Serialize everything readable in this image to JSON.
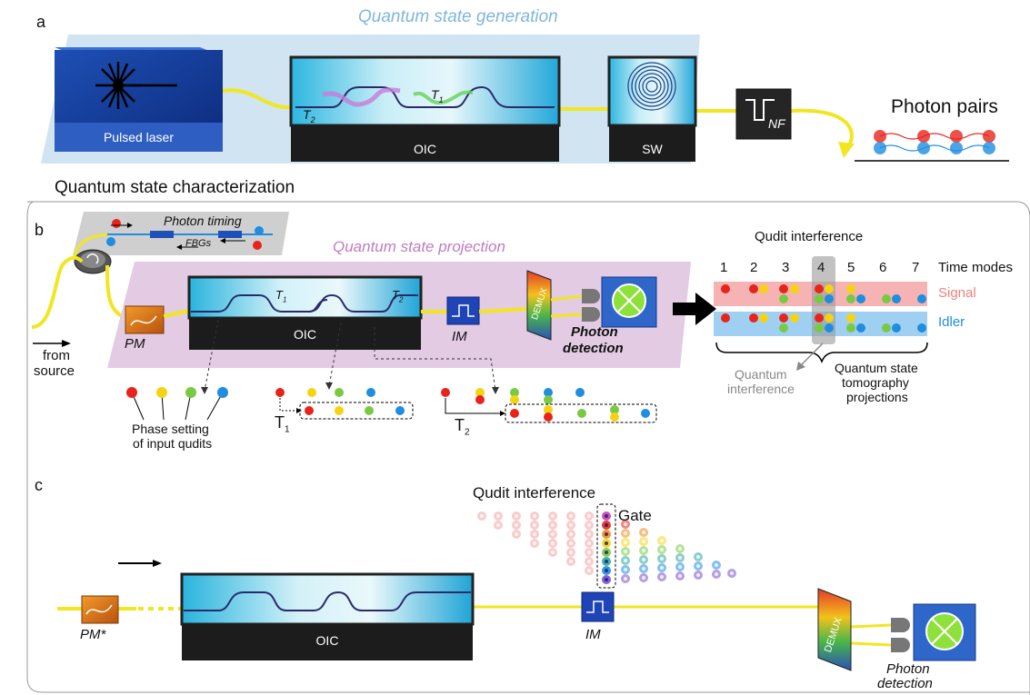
{
  "panel_a": {
    "letter": "a",
    "title": "Quantum state generation",
    "laser_label": "Pulsed laser",
    "oic_label": "OIC",
    "t2_label": "T",
    "t2_sub": "2",
    "t1_label": "T",
    "t1_sub": "1",
    "sw_label": "SW",
    "nf_label": "NF",
    "pairs_label": "Photon pairs"
  },
  "section_title": "Quantum state characterization",
  "panel_b": {
    "letter": "b",
    "photon_timing": "Photon timing",
    "fbgs": "FBGs",
    "projection_title": "Quantum state projection",
    "pm_label": "PM",
    "oic_label": "OIC",
    "t1_label": "T",
    "t1_sub": "1",
    "t2_label": "T",
    "t2_sub": "2",
    "im_label": "IM",
    "demux_label": "DEMUX",
    "detection_label_1": "Photon",
    "detection_label_2": "detection",
    "from_1": "from",
    "from_2": "source",
    "phase_1": "Phase setting",
    "phase_2": "of input qudits",
    "qudit_title": "Qudit interference",
    "time_modes": [
      "1",
      "2",
      "3",
      "4",
      "5",
      "6",
      "7"
    ],
    "time_modes_label": "Time modes",
    "signal_label": "Signal",
    "idler_label": "Idler",
    "qi_1": "Quantum",
    "qi_2": "interference",
    "qst_1": "Quantum state",
    "qst_2": "tomography",
    "qst_3": "projections"
  },
  "panel_c": {
    "letter": "c",
    "qudit_title": "Qudit interference",
    "gate_label": "Gate",
    "pm_label": "PM*",
    "oic_label": "OIC",
    "im_label": "IM",
    "demux_label": "DEMUX",
    "detection_label_1": "Photon",
    "detection_label_2": "detection"
  },
  "colors": {
    "red": "#e8231c",
    "yellow": "#f5d312",
    "green": "#7ac943",
    "blue": "#1f8de0",
    "fiber": "#f2e620",
    "signal_band": "#f6b3b3",
    "idler_band": "#9fd0f2"
  }
}
